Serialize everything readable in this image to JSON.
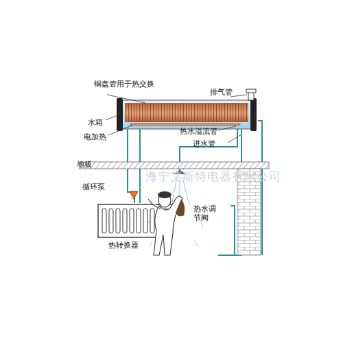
{
  "diagram": {
    "labels": [
      "铜盘管用于热交换",
      "排气管",
      "水箱",
      "电加热",
      "热水溢流管",
      "进水管",
      "地板",
      "循环泵",
      "热水调节阀",
      "热转换器",
      "海宁艾斯特电器有限公司"
    ]
  }
}
